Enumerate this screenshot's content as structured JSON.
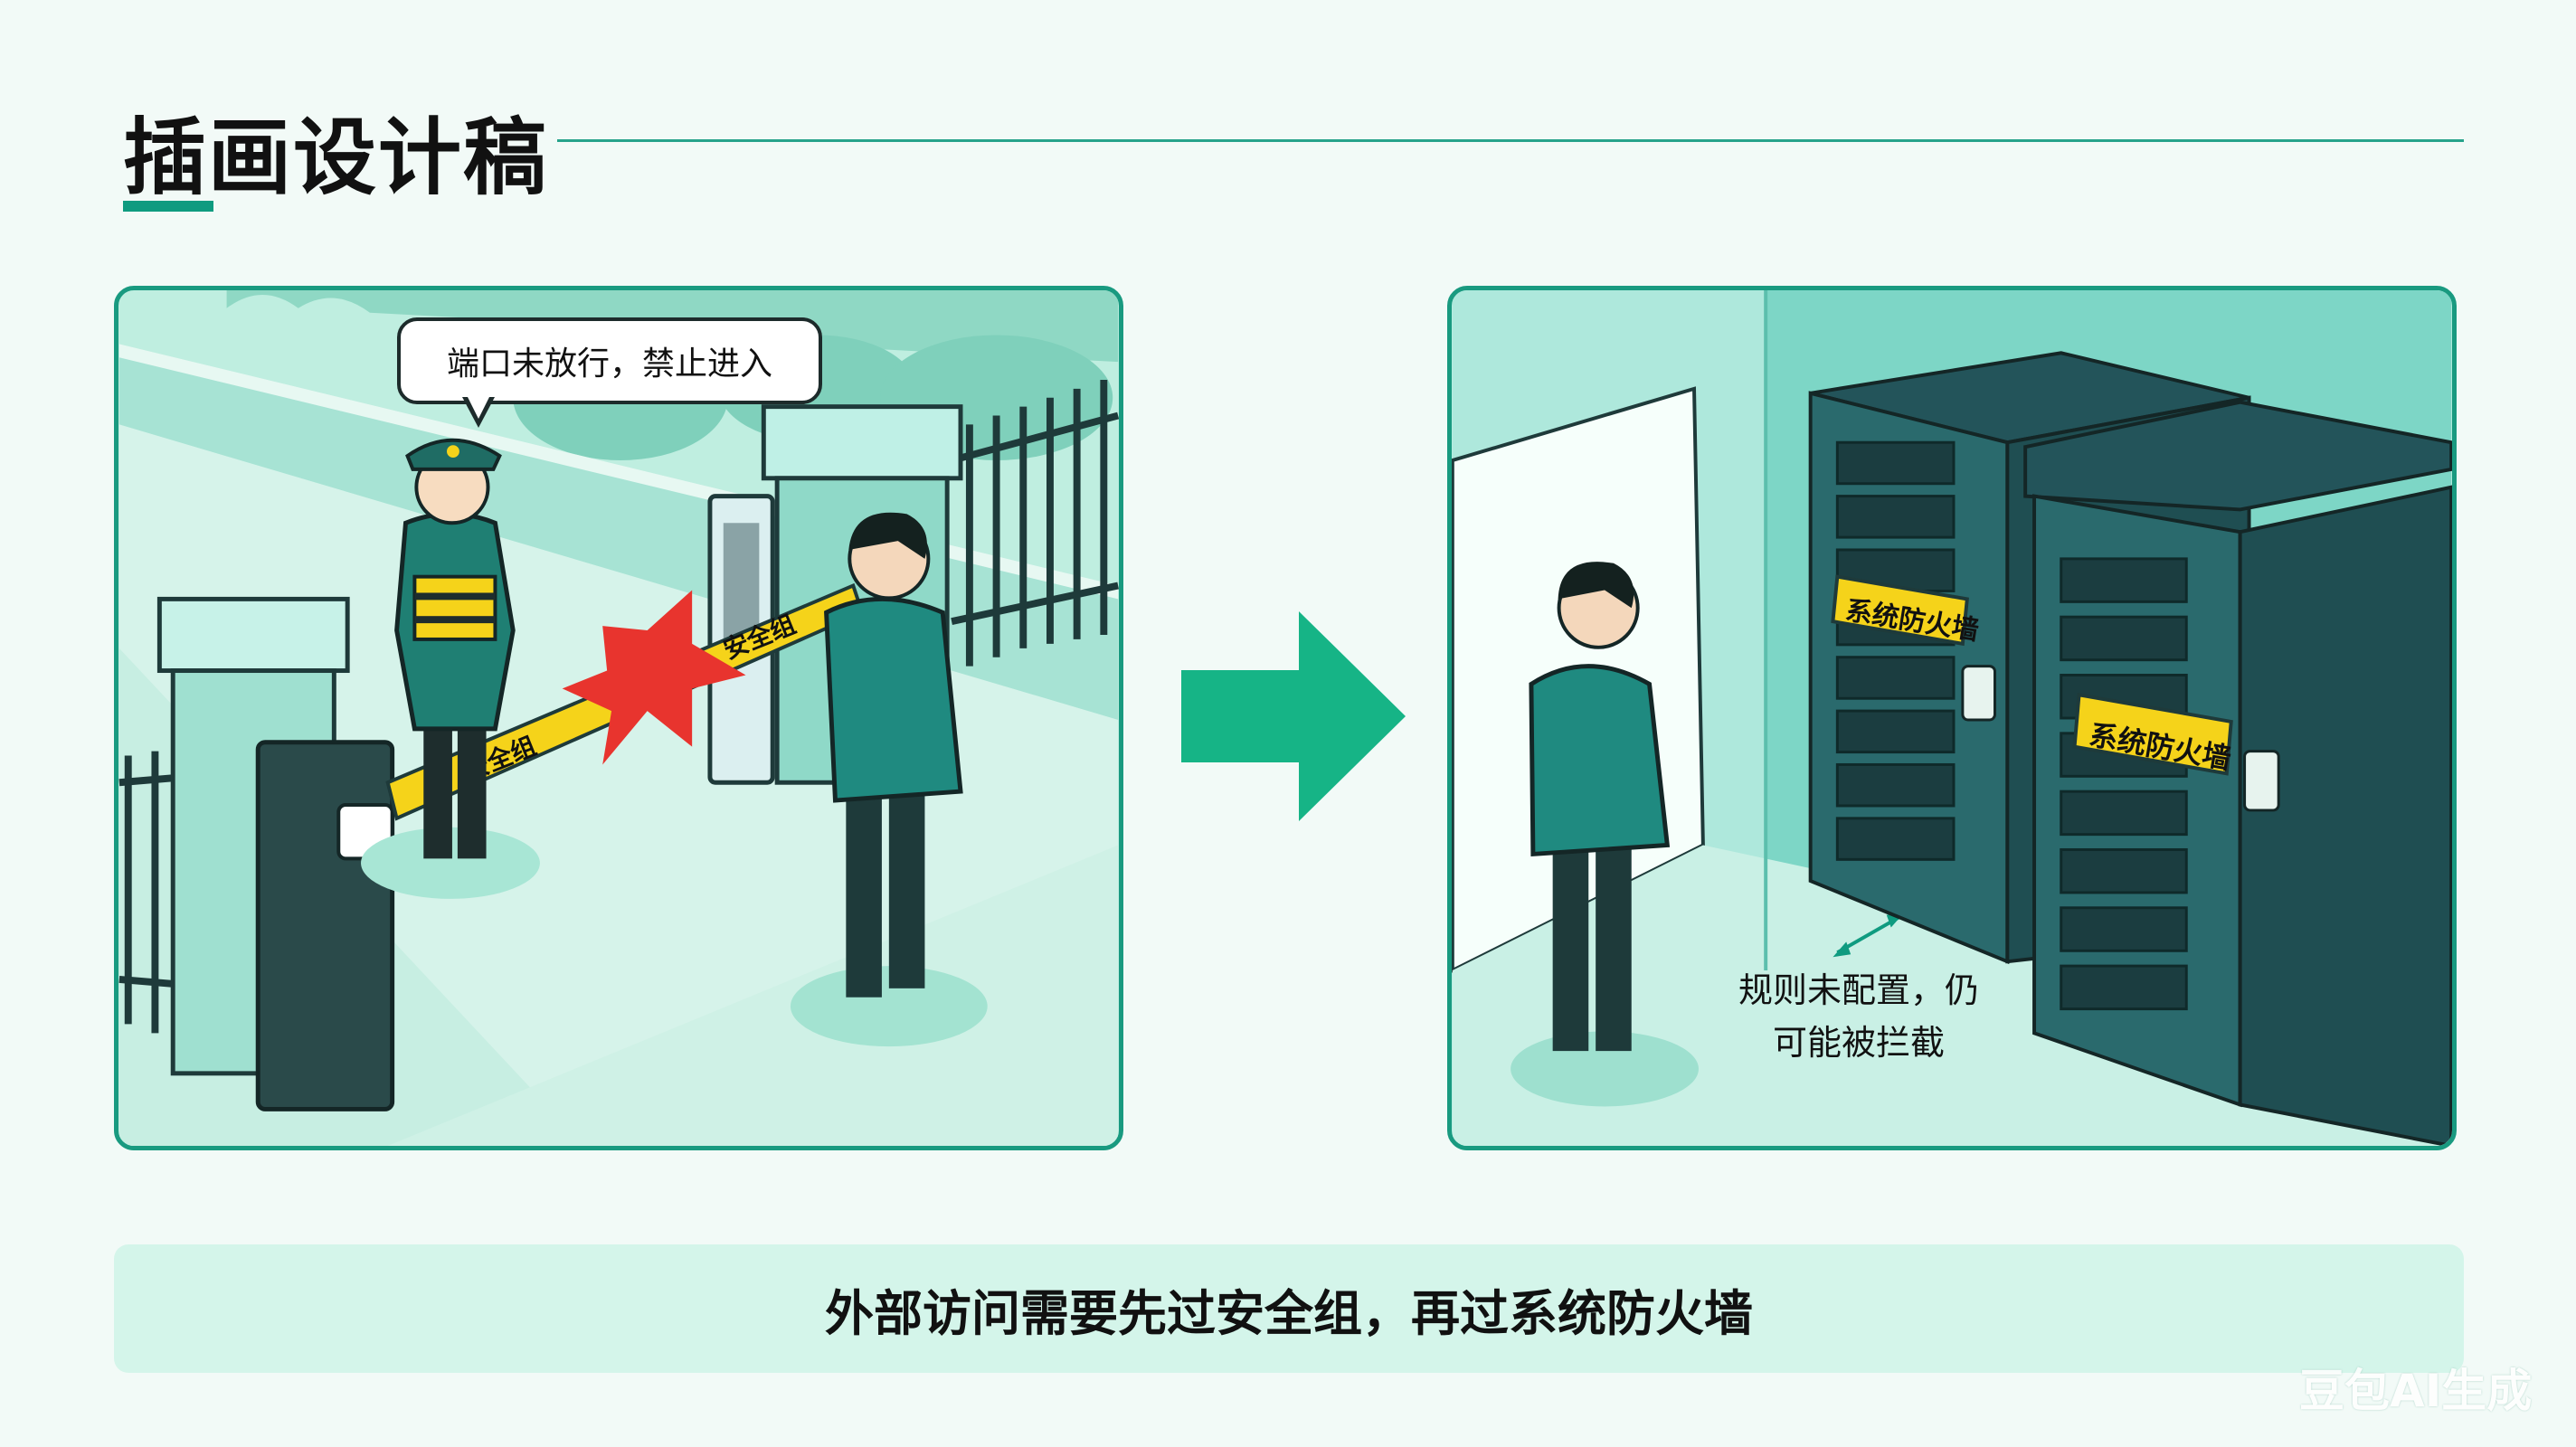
{
  "header": {
    "title": "插画设计稿"
  },
  "left_panel": {
    "speech_bubble": "端口未放行，禁止进入",
    "barrier_tag_1": "安全组",
    "barrier_tag_2": "安全组"
  },
  "right_panel": {
    "firewall_tag_1": "系统防火墙",
    "firewall_tag_2": "系统防火墙",
    "caption_line_1": "规则未配置，仍",
    "caption_line_2": "可能被拦截"
  },
  "flow_arrow_icon": "right-arrow-icon",
  "banner": {
    "text": "外部访问需要先过安全组，再过系统防火墙"
  },
  "watermark": "豆包AI生成",
  "colors": {
    "accent": "#0f9b80",
    "arrow": "#16b486",
    "panel_border": "#199a80",
    "tag_yellow": "#f5d31a",
    "alert_red": "#e8342e"
  }
}
